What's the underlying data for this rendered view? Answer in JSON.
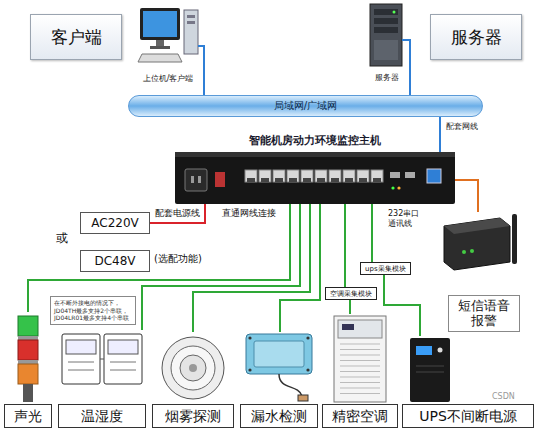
{
  "diagram": {
    "nodes": [
      {
        "text": [
          "客户端"
        ]
      },
      {
        "text": [
          "服务器"
        ]
      },
      {
        "text": [
          "局域网/广域网"
        ]
      },
      {
        "text": [
          "智能机房动力环境监控主机"
        ]
      },
      {
        "text": [
          "AC220V"
        ]
      },
      {
        "text": [
          "DC48V"
        ]
      },
      {
        "text": [
          "在不断外接电的情况下， JD04TH最多支持2个串联， JD04LR01最多支持4个串联"
        ]
      },
      {
        "text": [
          "ups采集模块"
        ]
      },
      {
        "text": [
          "空调采集模块"
        ]
      },
      {
        "text": [
          "短信语音报警"
        ]
      },
      {
        "text": [
          "声光"
        ]
      },
      {
        "text": [
          "温湿度"
        ]
      },
      {
        "text": [
          "烟雾探测"
        ]
      },
      {
        "text": [
          "漏水检测"
        ]
      },
      {
        "text": [
          "精密空调"
        ]
      },
      {
        "text": [
          "UPS不间断电源"
        ]
      }
    ],
    "edges": [
      {
        "from": 3,
        "to": 2,
        "arrow": "none",
        "label": "配套网线"
      },
      {
        "from": 3,
        "to": 4,
        "arrow": "none",
        "label": "配套电源线"
      },
      {
        "from": 3,
        "to": 10,
        "arrow": "none"
      },
      {
        "from": 3,
        "to": 11,
        "arrow": "none"
      },
      {
        "from": 3,
        "to": 12,
        "arrow": "none"
      },
      {
        "from": 3,
        "to": 13,
        "arrow": "none"
      },
      {
        "from": 3,
        "to": 7,
        "arrow": "none"
      },
      {
        "from": 7,
        "to": 15,
        "arrow": "none"
      },
      {
        "from": 3,
        "to": 8,
        "arrow": "none"
      },
      {
        "from": 8,
        "to": 14,
        "arrow": "none"
      },
      {
        "from": 3,
        "to": 9,
        "arrow": "none",
        "label": "232串口 通讯线"
      }
    ],
    "labels": [
      "上位机/客户端",
      "服务器",
      "或",
      "(选配功能)",
      "直通网线连接",
      "CSDN"
    ]
  }
}
